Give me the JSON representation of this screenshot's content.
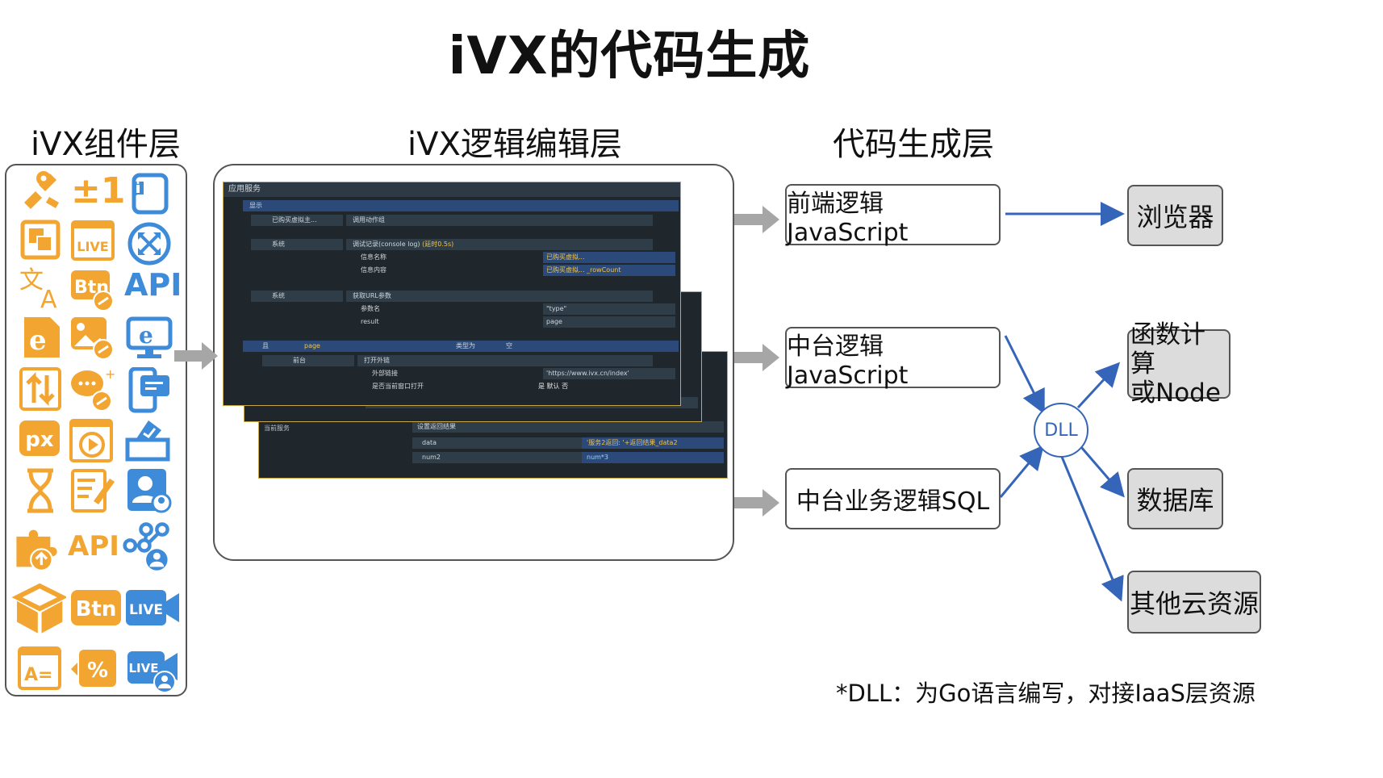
{
  "title": "iVX的代码生成",
  "columns": {
    "components": "iVX组件层",
    "logic": "iVX逻辑编辑层",
    "codegen": "代码生成层"
  },
  "component_icons": [
    {
      "name": "location-icon"
    },
    {
      "name": "plus-minus-one-icon",
      "text": "±1"
    },
    {
      "name": "info-panel-icon"
    },
    {
      "name": "layers-icon"
    },
    {
      "name": "live-image-icon",
      "text": "LIVE"
    },
    {
      "name": "expand-circle-icon"
    },
    {
      "name": "translate-icon"
    },
    {
      "name": "btn-link-icon",
      "text": "Btn"
    },
    {
      "name": "api-text-icon",
      "text": "API"
    },
    {
      "name": "browser-e-icon"
    },
    {
      "name": "image-link-icon"
    },
    {
      "name": "monitor-e-icon"
    },
    {
      "name": "sort-icon"
    },
    {
      "name": "chat-link-icon"
    },
    {
      "name": "mobile-chat-icon"
    },
    {
      "name": "px-icon",
      "text": "px"
    },
    {
      "name": "video-play-icon"
    },
    {
      "name": "ballot-icon"
    },
    {
      "name": "hourglass-icon"
    },
    {
      "name": "edit-note-icon"
    },
    {
      "name": "user-card-icon"
    },
    {
      "name": "puzzle-upload-icon"
    },
    {
      "name": "api-orange-icon",
      "text": "API"
    },
    {
      "name": "network-user-icon"
    },
    {
      "name": "box-icon"
    },
    {
      "name": "btn-orange-icon",
      "text": "Btn"
    },
    {
      "name": "live-camera-icon",
      "text": "LIVE"
    },
    {
      "name": "text-align-icon",
      "text": "A="
    },
    {
      "name": "percent-icon",
      "text": "%"
    },
    {
      "name": "live-user-icon",
      "text": "LIVE"
    }
  ],
  "editor": {
    "window_title": "应用服务",
    "rows": [
      {
        "left": "显示",
        "right": ""
      },
      {
        "left": "已购买虚拟主...",
        "right": "调用动作组"
      },
      {
        "left": "系统",
        "right": "调试记录(console log)",
        "extra": "(延时0.5s)"
      },
      {
        "left": "",
        "right": "信息名称",
        "value": "已购买虚拟..."
      },
      {
        "left": "",
        "right": "信息内容",
        "value": "已购买虚拟... _rowCount"
      },
      {
        "left": "系统",
        "right": "获取URL参数"
      },
      {
        "left": "",
        "right": "参数名",
        "value": "\"type\""
      },
      {
        "left": "",
        "right": "result",
        "value": "page"
      },
      {
        "left": "且",
        "mid": "page",
        "mid2": "类型为",
        "mid3": "空"
      },
      {
        "left": "前台",
        "right": "打开外链"
      },
      {
        "left": "",
        "right": "外部链接",
        "value": "'https://www.ivx.cn/index'"
      },
      {
        "left": "",
        "right": "是否当前窗口打开",
        "value": "是 默认 否"
      },
      {
        "left": "",
        "right": "是否当前窗口打开",
        "value": "是 默认 否"
      },
      {
        "left": "当前服务",
        "right": "设置返回结果"
      },
      {
        "left": "",
        "right": "data",
        "value": "'服务2返回: '+返回结果_data2"
      },
      {
        "left": "",
        "right": "num2",
        "value": "num*3"
      }
    ]
  },
  "codegen": {
    "frontend": "前端逻辑JavaScript",
    "middle": "中台逻辑JavaScript",
    "sql": "中台业务逻辑SQL",
    "dll": "DLL"
  },
  "targets": {
    "browser": "浏览器",
    "func_line1": "函数计算",
    "func_line2": "或Node",
    "database": "数据库",
    "cloud": "其他云资源"
  },
  "note": "*DLL：为Go语言编写，对接IaaS层资源",
  "colors": {
    "orange": "#f2a531",
    "blue": "#3d8bd9",
    "arrow_blue": "#3565b8",
    "arrow_gray": "#a6a6a6",
    "editor_bg": "#20272c"
  }
}
